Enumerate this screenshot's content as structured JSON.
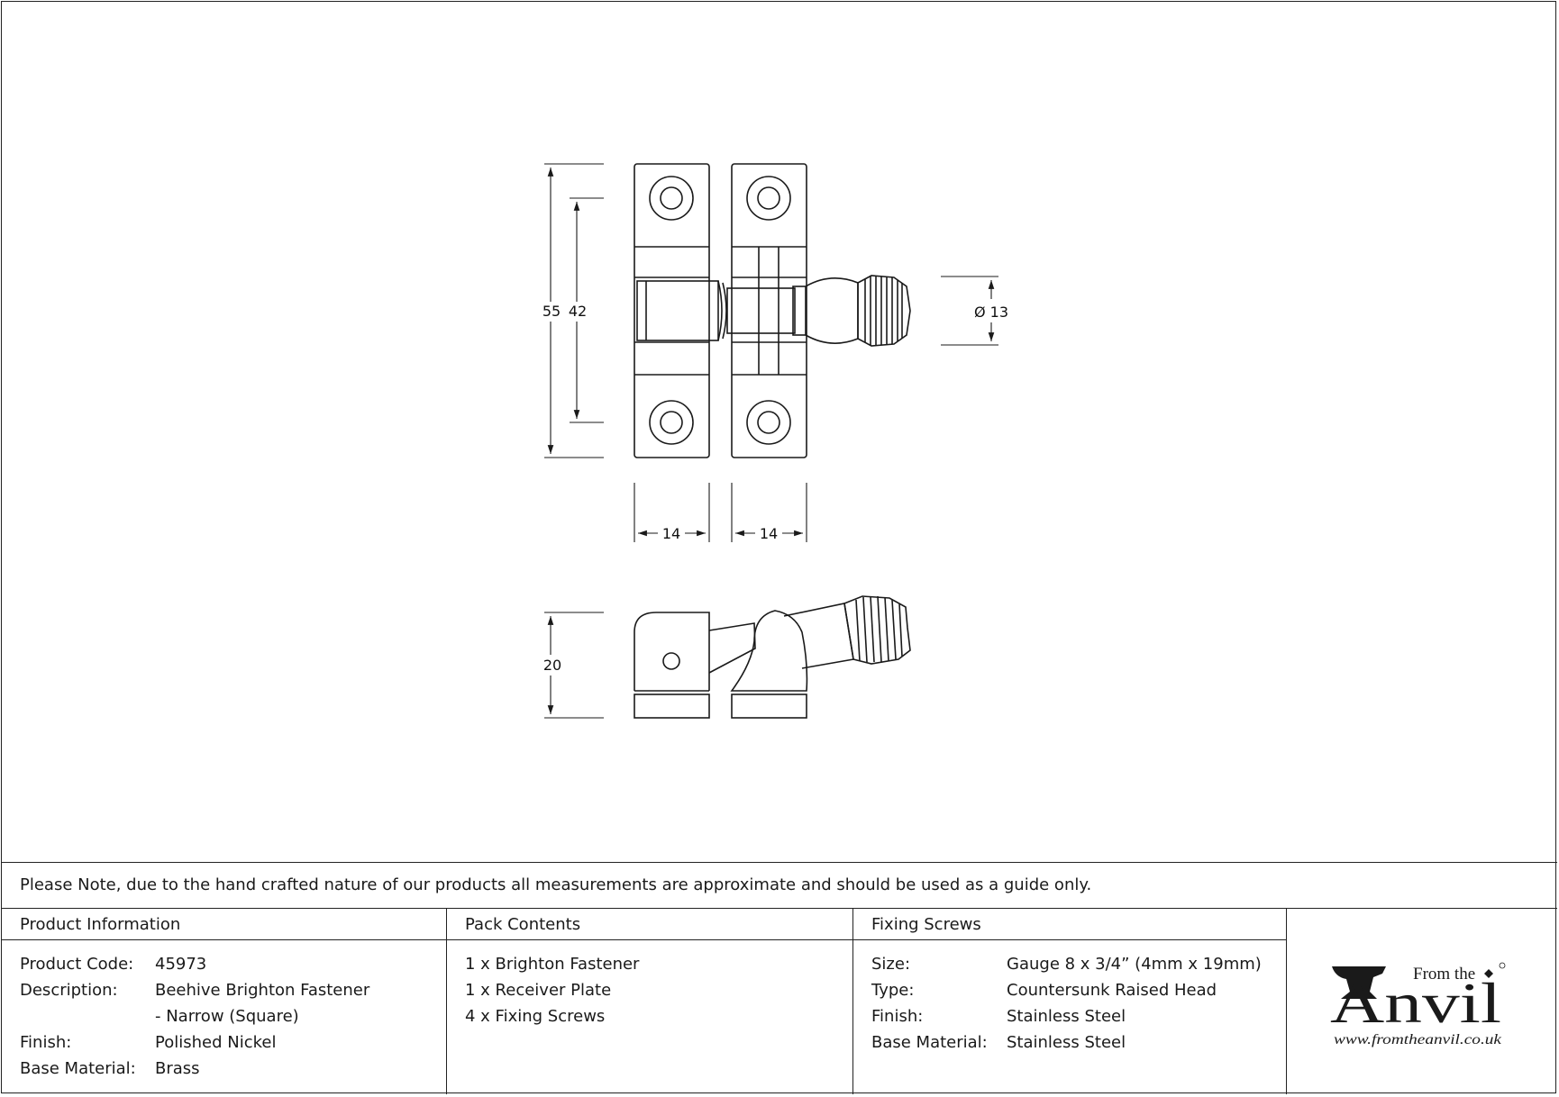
{
  "drawing": {
    "dim_height_total": "55",
    "dim_height_centers": "42",
    "dim_width_left": "14",
    "dim_width_right": "14",
    "dim_diameter": "Ø 13",
    "dim_side_height": "20"
  },
  "note": "Please Note, due to the hand crafted nature of our products all measurements are approximate and should be used as a guide only.",
  "product_info": {
    "title": "Product Information",
    "rows": [
      {
        "k": "Product Code:",
        "v": "45973"
      },
      {
        "k": "Description:",
        "v": "Beehive Brighton Fastener"
      },
      {
        "k": "",
        "v": "- Narrow (Square)"
      },
      {
        "k": "Finish:",
        "v": "Polished Nickel"
      },
      {
        "k": "Base Material:",
        "v": "Brass"
      }
    ]
  },
  "pack_contents": {
    "title": "Pack Contents",
    "items": [
      "1 x Brighton Fastener",
      "1 x Receiver Plate",
      "4 x Fixing Screws"
    ]
  },
  "fixing_screws": {
    "title": "Fixing Screws",
    "rows": [
      {
        "k": "Size:",
        "v": "Gauge 8 x 3/4” (4mm x 19mm)"
      },
      {
        "k": "Type:",
        "v": "Countersunk Raised Head"
      },
      {
        "k": "Finish:",
        "v": "Stainless Steel"
      },
      {
        "k": "Base Material:",
        "v": "Stainless Steel"
      }
    ]
  },
  "logo": {
    "from_the": "From the",
    "brand": "Anvil",
    "url": "www.fromtheanvil.co.uk"
  }
}
